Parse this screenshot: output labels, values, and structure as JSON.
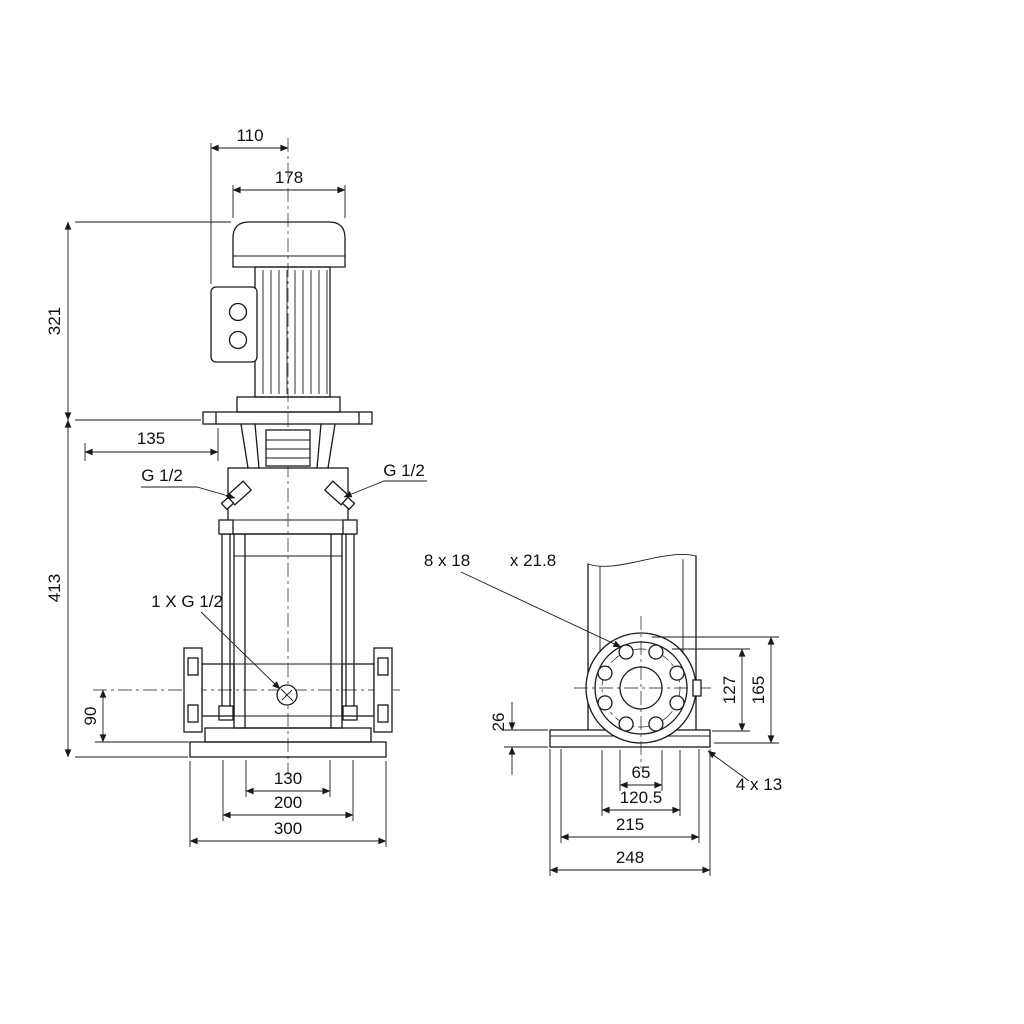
{
  "title": "Vertical multistage pump dimensional drawing",
  "colors": {
    "line": "#1a1a1a",
    "background": "#ffffff"
  },
  "front_view": {
    "dim_110": "110",
    "dim_178": "178",
    "dim_321": "321",
    "dim_135": "135",
    "dim_413": "413",
    "dim_90": "90",
    "dim_130": "130",
    "dim_200": "200",
    "dim_300": "300",
    "port_left": "G 1/2",
    "port_right": "G 1/2",
    "drain": "1 X G 1/2"
  },
  "side_view": {
    "flange_holes": "8 x 18",
    "flange_counterbore": "x 21.8",
    "dim_26": "26",
    "dim_127": "127",
    "dim_165": "165",
    "dim_65": "65",
    "dim_120_5": "120.5",
    "dim_215": "215",
    "dim_248": "248",
    "base_holes": "4 x 13"
  }
}
